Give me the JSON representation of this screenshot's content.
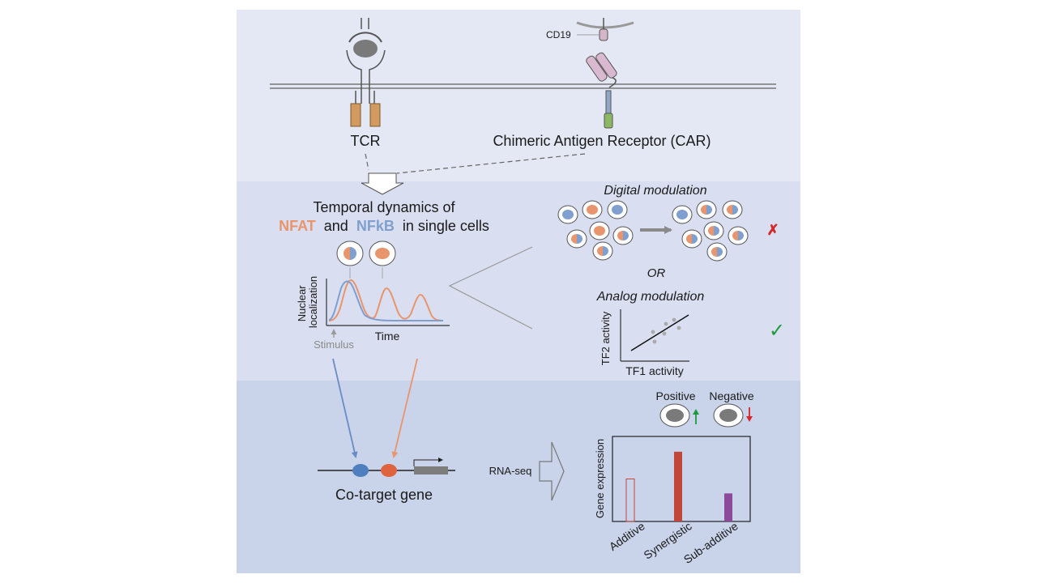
{
  "receptors": {
    "cd19": "CD19",
    "tcr": "TCR",
    "car": "Chimeric Antigen Receptor (CAR)"
  },
  "dynamics": {
    "title_line1": "Temporal dynamics of",
    "nfat": "NFAT",
    "and": "and",
    "nfkb": "NFkB",
    "suffix": "in single cells",
    "ylabel_line1": "Nuclear",
    "ylabel_line2": "localization",
    "xlabel": "Time",
    "stimulus": "Stimulus"
  },
  "modulation": {
    "digital": "Digital modulation",
    "or": "OR",
    "analog": "Analog modulation",
    "tf1": "TF1 activity",
    "tf2": "TF2 activity",
    "cross": "✗",
    "check": "✓"
  },
  "gene": {
    "cotarget": "Co-target gene",
    "rnaseq": "RNA-seq"
  },
  "expression": {
    "positive": "Positive",
    "negative": "Negative",
    "ylabel": "Gene expression",
    "categories": [
      "Additive",
      "Synergistic",
      "Sub-additive"
    ],
    "values": [
      0.5,
      0.82,
      0.33
    ]
  },
  "colors": {
    "nfat": "#e8956e",
    "nfkb": "#7f9fcf",
    "panel_top": "#e4e8f4",
    "panel_mid": "#d9dff0",
    "panel_bottom": "#c9d3ea",
    "cross": "#d62828",
    "check": "#1e9a3c",
    "bar_synergistic": "#c0473a",
    "bar_subadditive": "#8e4a9a"
  }
}
